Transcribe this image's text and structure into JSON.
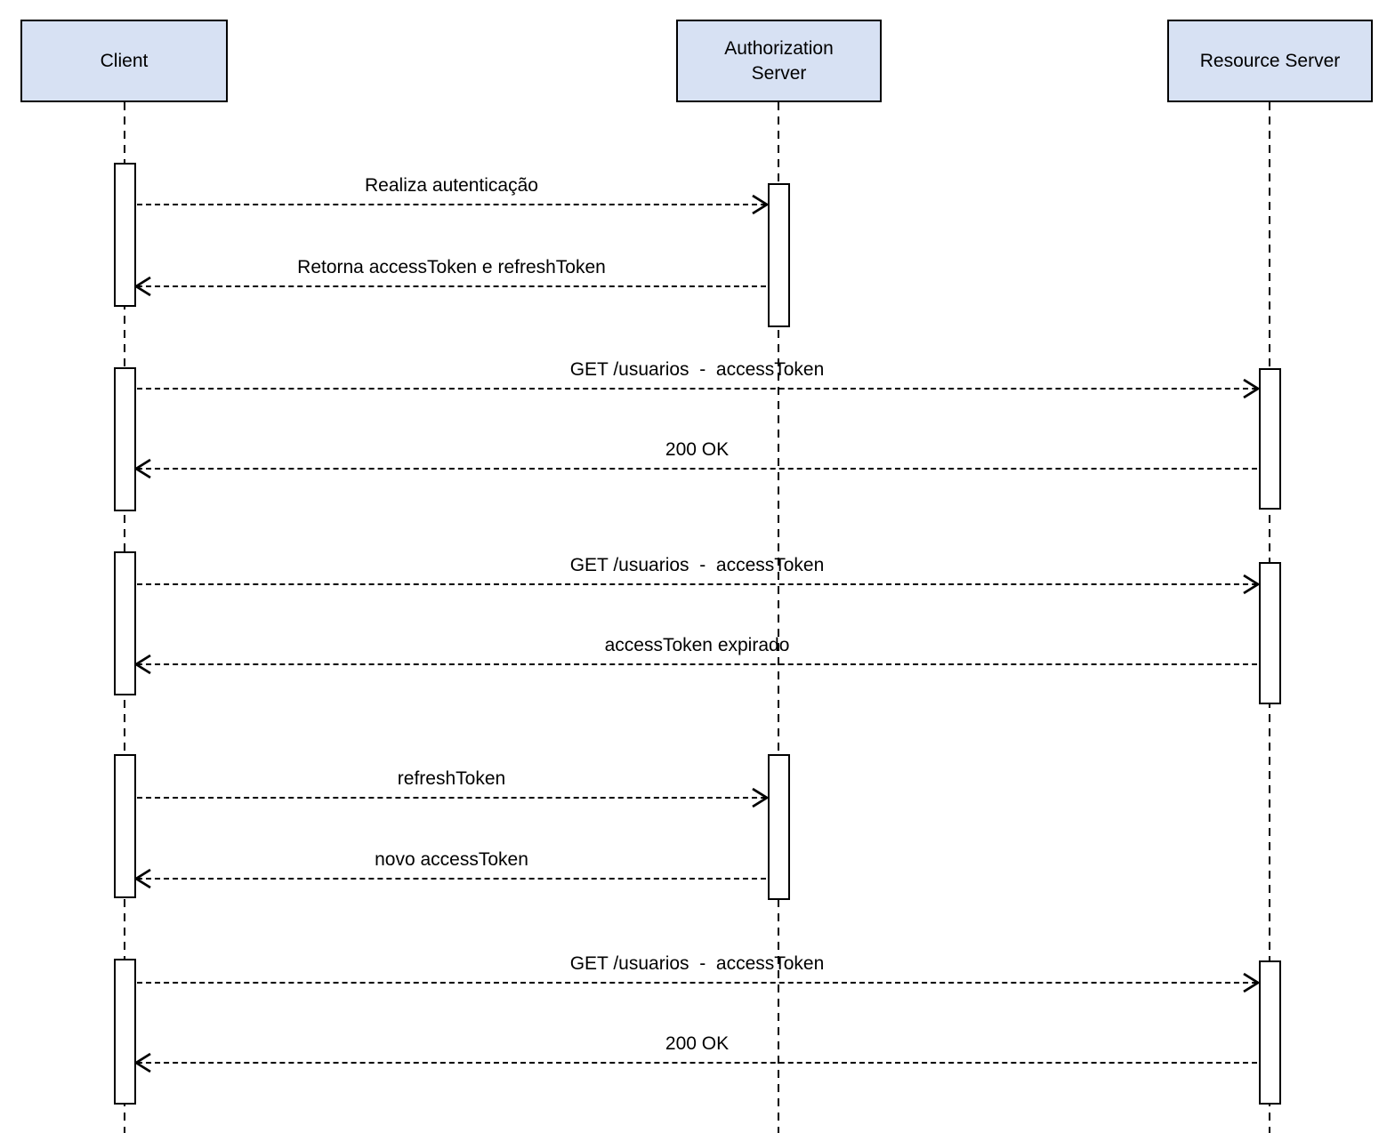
{
  "diagram": {
    "type": "uml-sequence-diagram",
    "participants": [
      {
        "id": "client",
        "label": "Client"
      },
      {
        "id": "authorization-server",
        "label": "Authorization\nServer"
      },
      {
        "id": "resource-server",
        "label": "Resource Server"
      }
    ],
    "messages": [
      {
        "from": "Client",
        "to": "Authorization Server",
        "label": "Realiza autenticação"
      },
      {
        "from": "Authorization Server",
        "to": "Client",
        "label": "Retorna accessToken e refreshToken"
      },
      {
        "from": "Client",
        "to": "Resource Server",
        "label": "GET /usuarios  -  accessToken"
      },
      {
        "from": "Resource Server",
        "to": "Client",
        "label": "200 OK"
      },
      {
        "from": "Client",
        "to": "Resource Server",
        "label": "GET /usuarios  -  accessToken"
      },
      {
        "from": "Resource Server",
        "to": "Client",
        "label": "accessToken expirado"
      },
      {
        "from": "Client",
        "to": "Authorization Server",
        "label": "refreshToken"
      },
      {
        "from": "Authorization Server",
        "to": "Client",
        "label": "novo accessToken"
      },
      {
        "from": "Client",
        "to": "Resource Server",
        "label": "GET /usuarios  -  accessToken"
      },
      {
        "from": "Resource Server",
        "to": "Client",
        "label": "200 OK"
      }
    ],
    "colors": {
      "participant_fill": "#d7e1f3",
      "stroke": "#000000",
      "background": "#ffffff"
    }
  }
}
